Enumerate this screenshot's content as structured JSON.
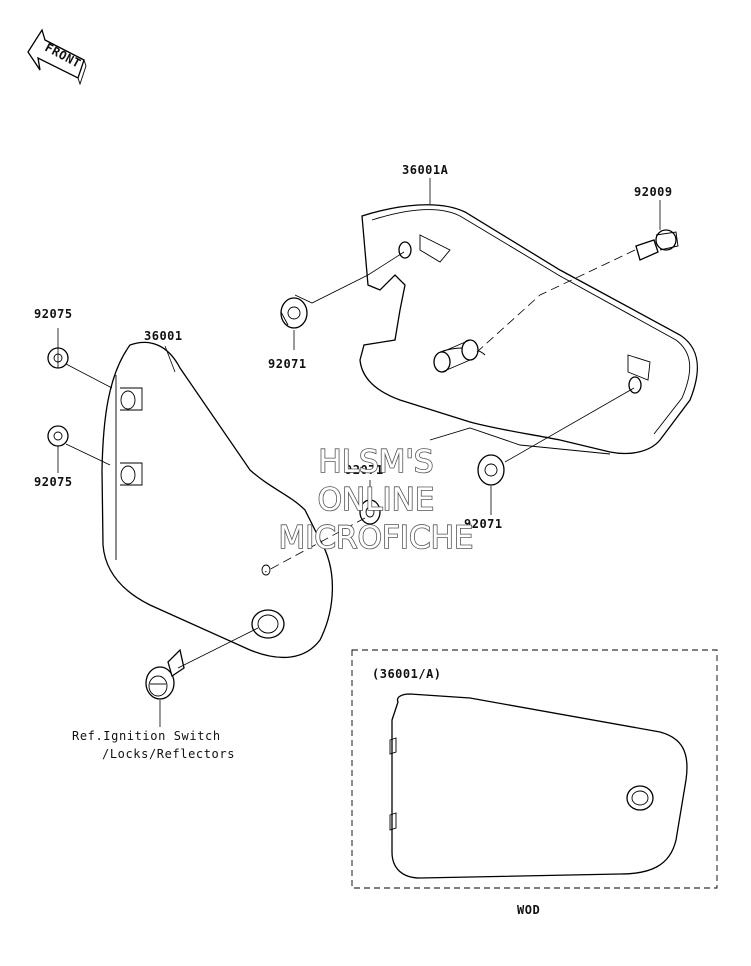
{
  "front_arrow": {
    "label": "FRONT",
    "icon": "front-arrow-icon"
  },
  "parts": {
    "cover_right": "36001A",
    "cover_left": "36001",
    "bolt": "92009",
    "grommet_right_upper": "92071",
    "grommet_right_lower": "92071",
    "grommet_left_upper": "92075",
    "grommet_left_lower": "92075",
    "grommet_center": "92071"
  },
  "reference": {
    "line1": "Ref.Ignition Switch",
    "line2": "/Locks/Reflectors"
  },
  "inset": {
    "title": "(36001/A)",
    "caption": "WOD"
  },
  "watermark": {
    "line1": "HLSM'S",
    "line2": "ONLINE",
    "line3": "MICROFICHE"
  }
}
